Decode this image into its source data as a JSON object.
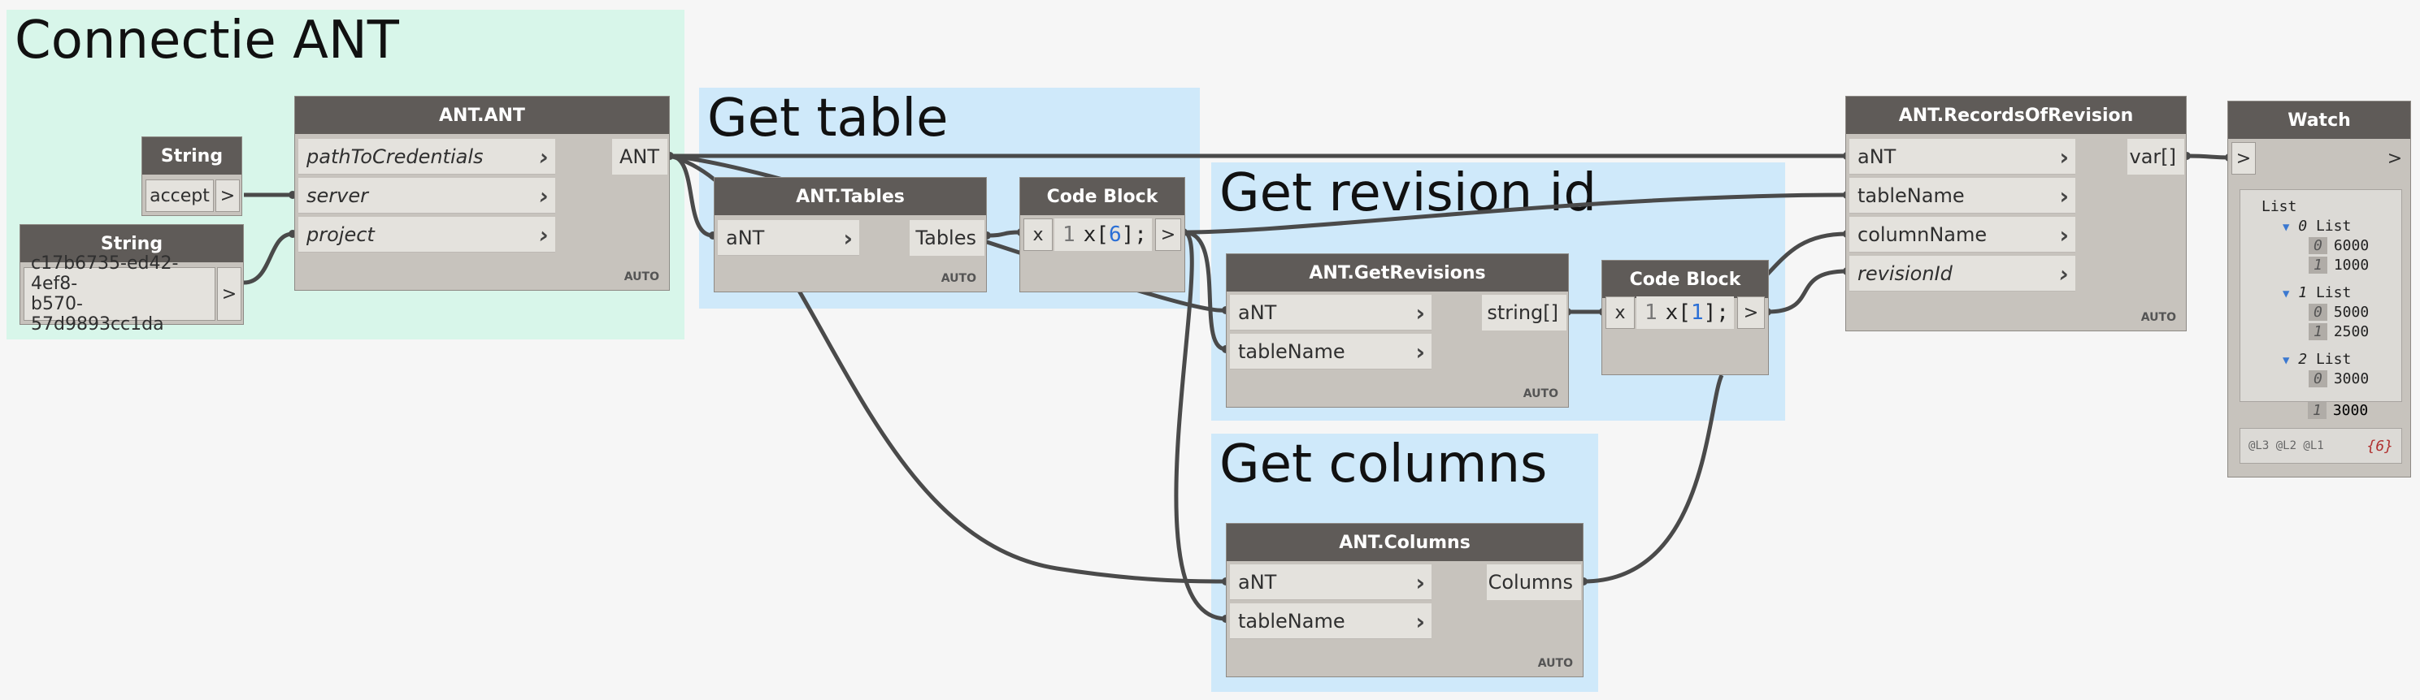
{
  "groups": [
    {
      "title": "Connectie ANT",
      "color": "#d8f6ea"
    },
    {
      "title": "Get table",
      "color": "#cfe9fa"
    },
    {
      "title": "Get revision id",
      "color": "#cfe9fa"
    },
    {
      "title": "Get columns",
      "color": "#cfe9fa"
    }
  ],
  "nodes": {
    "string1": {
      "title": "String",
      "value": "accept",
      "out": ">"
    },
    "string2": {
      "title": "String",
      "value_line1": "c17b6735-ed42-4ef8-",
      "value_line2": "b570-57d9893cc1da",
      "out": ">"
    },
    "ant": {
      "title": "ANT.ANT",
      "inputs": [
        "pathToCredentials",
        "server",
        "project"
      ],
      "output": "ANT",
      "lacing": "AUTO"
    },
    "tables": {
      "title": "ANT.Tables",
      "inputs": [
        "aNT"
      ],
      "output": "Tables",
      "lacing": "AUTO"
    },
    "cb1": {
      "title": "Code Block",
      "in": "x",
      "line": "1",
      "code_pre": "x[",
      "code_num": "6",
      "code_post": "];",
      "out": ">"
    },
    "getrev": {
      "title": "ANT.GetRevisions",
      "inputs": [
        "aNT",
        "tableName"
      ],
      "output": "string[]",
      "lacing": "AUTO"
    },
    "cb2": {
      "title": "Code Block",
      "in": "x",
      "line": "1",
      "code_pre": "x[",
      "code_num": "1",
      "code_post": "];",
      "out": ">"
    },
    "records": {
      "title": "ANT.RecordsOfRevision",
      "inputs": [
        "aNT",
        "tableName",
        "columnName",
        "revisionId"
      ],
      "output": "var[]",
      "lacing": "AUTO"
    },
    "columns": {
      "title": "ANT.Columns",
      "inputs": [
        "aNT",
        "tableName"
      ],
      "output": "Columns",
      "lacing": "AUTO"
    },
    "watch": {
      "title": "Watch",
      "in": ">",
      "out": ">",
      "root": "List",
      "lists": [
        {
          "index": "0",
          "label": "List",
          "items": [
            {
              "i": "0",
              "v": "6000"
            },
            {
              "i": "1",
              "v": "1000"
            }
          ]
        },
        {
          "index": "1",
          "label": "List",
          "items": [
            {
              "i": "0",
              "v": "5000"
            },
            {
              "i": "1",
              "v": "2500"
            }
          ]
        },
        {
          "index": "2",
          "label": "List",
          "items": [
            {
              "i": "0",
              "v": "3000"
            },
            {
              "i": "1",
              "v": "3000"
            }
          ]
        }
      ],
      "levels": "@L3 @L2 @L1",
      "count": "{6}"
    }
  }
}
